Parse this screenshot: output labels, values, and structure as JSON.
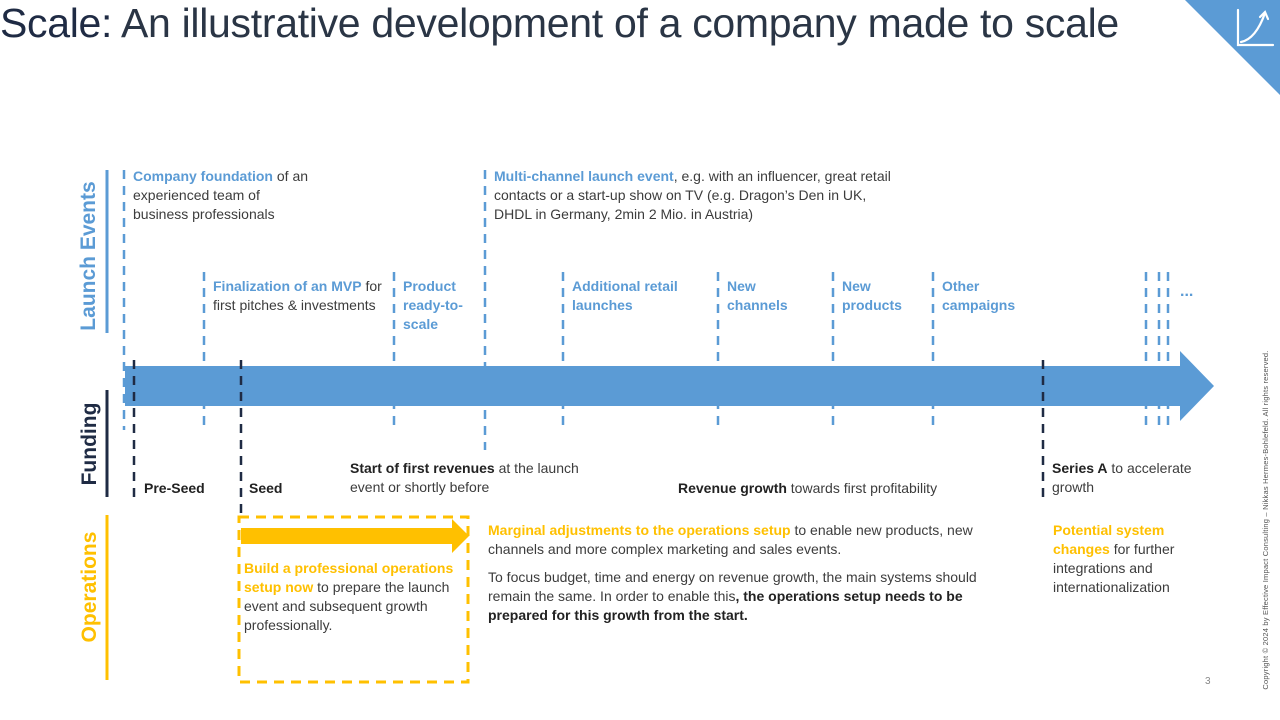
{
  "slide": {
    "title_accent": "Scale:",
    "title_rest": " An illustrative development of a company made to scale",
    "page_number": "3",
    "copyright": "Copyright © 2024 by Effective Impact Consulting – Nikkas Hermes-Bohlefeld. All rights reserved."
  },
  "rows": {
    "launch_events": "Launch Events",
    "funding": "Funding",
    "operations": "Operations"
  },
  "launch_events": {
    "company_foundation": {
      "hl": "Company foundation",
      "rest": " of an experienced team of business professionals"
    },
    "multi_channel": {
      "hl": "Multi-channel launch event",
      "rest": ", e.g. with an influencer, great retail contacts or a start-up show on TV (e.g. Dragon’s Den in UK, DHDL in Germany, 2min 2 Mio. in Austria)"
    },
    "mvp": {
      "hl": "Finalization of an MVP",
      "rest": " for first pitches & investments"
    },
    "product_ready": "Product ready-to-scale",
    "additional_retail": "Additional retail launches",
    "new_channels": "New channels",
    "new_products": "New products",
    "other_campaigns": "Other campaigns",
    "ellipsis": "..."
  },
  "funding": {
    "pre_seed": "Pre-Seed",
    "seed": "Seed",
    "first_revenues": {
      "bold": "Start of first revenues",
      "rest": " at the launch event or shortly before"
    },
    "revenue_growth": {
      "bold": "Revenue growth",
      "rest": " towards first profitability"
    },
    "series_a": {
      "bold": "Series A",
      "rest": " to accelerate growth"
    }
  },
  "operations": {
    "build": {
      "hl": "Build a professional operations setup now",
      "rest": " to prepare the launch event and subsequent growth professionally."
    },
    "marginal": {
      "hl": "Marginal adjustments to the operations setup",
      "rest": " to enable new products, new channels and more complex marketing and sales events."
    },
    "focus": {
      "rest": "To focus budget, time and energy on revenue growth, the main systems should remain the same. In order to enable this",
      "bold": ", the operations setup needs to be prepared for this growth from the start."
    },
    "potential": {
      "hl": "Potential system changes",
      "rest": " for further integrations and internationalization"
    }
  },
  "colors": {
    "blue": "#5b9bd5",
    "navy": "#1f2b44",
    "gold": "#ffc000"
  },
  "icons": {
    "corner": "growth-curve-icon"
  }
}
